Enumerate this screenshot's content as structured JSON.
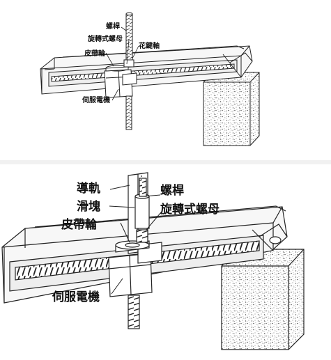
{
  "colors": {
    "background": "#f1f1f1",
    "panel": "#ffffff",
    "line": "#222222",
    "rail_fill": "#eeeeee",
    "block_speckle": "#555555",
    "screw_tooth": "#333333"
  },
  "top_diagram": {
    "labels": {
      "screw_rod": "螺桿",
      "rotary_nut": "旋轉式螺母",
      "spline_shaft": "花鍵軸",
      "belt_pulley": "皮帶輪",
      "servo_motor": "伺服電機"
    }
  },
  "bottom_diagram": {
    "labels": {
      "guide_rail": "導軌",
      "screw_rod": "螺桿",
      "slider": "滑塊",
      "rotary_nut": "旋轉式螺母",
      "belt_pulley": "皮帶輪",
      "servo_motor": "伺服電機"
    }
  }
}
